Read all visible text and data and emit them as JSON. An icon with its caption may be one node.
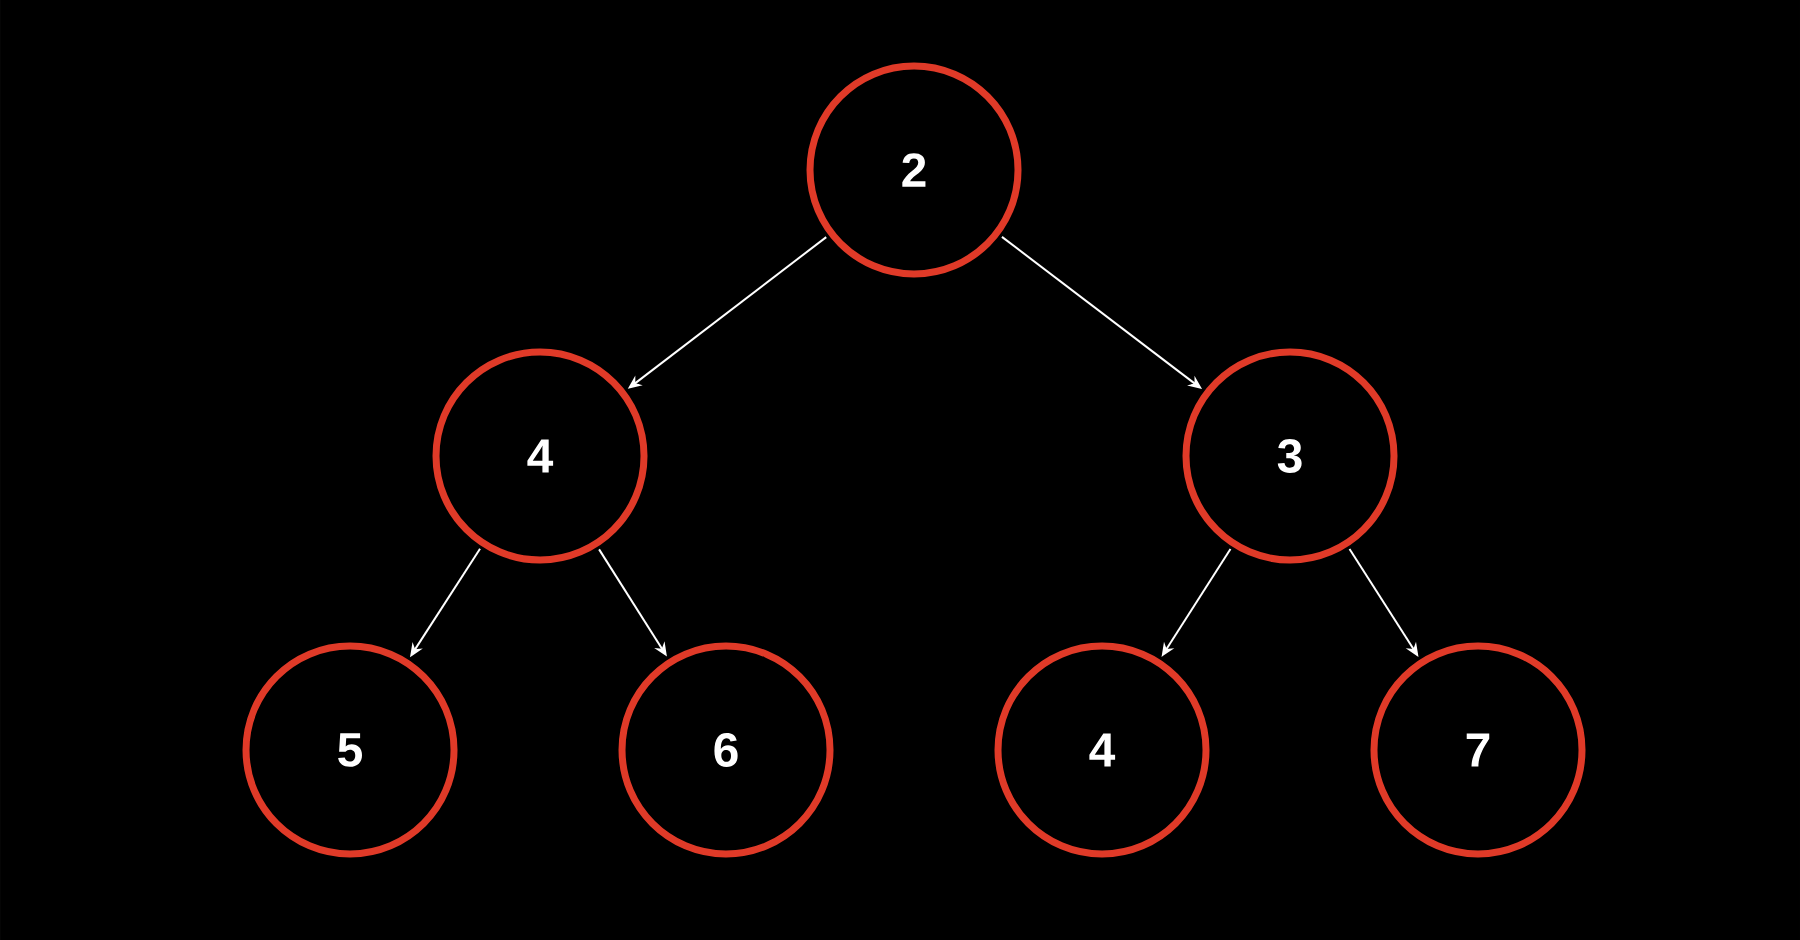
{
  "diagram": {
    "nodes": [
      {
        "text": [
          "2"
        ]
      },
      {
        "text": [
          "4"
        ]
      },
      {
        "text": [
          "3"
        ]
      },
      {
        "text": [
          "5"
        ]
      },
      {
        "text": [
          "6"
        ]
      },
      {
        "text": [
          "4"
        ]
      },
      {
        "text": [
          "7"
        ]
      }
    ],
    "edges": [
      {
        "from": 0,
        "to": 1,
        "arrow": "to"
      },
      {
        "from": 0,
        "to": 2,
        "arrow": "to"
      },
      {
        "from": 1,
        "to": 3,
        "arrow": "to"
      },
      {
        "from": 1,
        "to": 4,
        "arrow": "to"
      },
      {
        "from": 2,
        "to": 5,
        "arrow": "to"
      },
      {
        "from": 2,
        "to": 6,
        "arrow": "to"
      }
    ]
  }
}
